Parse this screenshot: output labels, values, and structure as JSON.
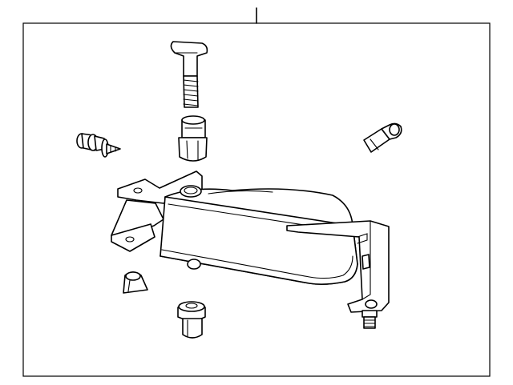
{
  "diagram": {
    "background": "#ffffff",
    "line_color": "#000000",
    "frame": "rectangle",
    "parts": [
      {
        "name": "bolt",
        "icon": "t-head-bolt"
      },
      {
        "name": "bushing-upper",
        "icon": "grommet"
      },
      {
        "name": "push-rivet",
        "icon": "push-pin-clip"
      },
      {
        "name": "bulb",
        "icon": "wedge-bulb"
      },
      {
        "name": "fog-lamp-assembly",
        "icon": "lamp-housing"
      },
      {
        "name": "rubber-stop",
        "icon": "rubber-bumper"
      },
      {
        "name": "bushing-lower",
        "icon": "grommet"
      },
      {
        "name": "adjuster-screw",
        "icon": "threaded-stud"
      }
    ]
  }
}
